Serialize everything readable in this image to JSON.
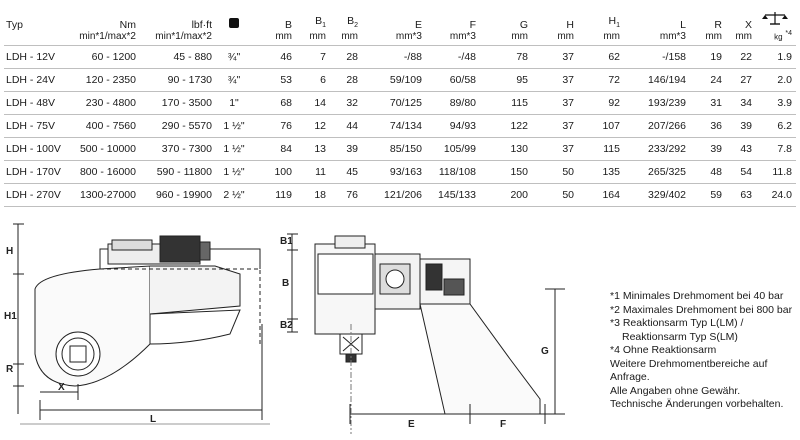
{
  "table": {
    "headers": {
      "typ": "Typ",
      "nm": "Nm",
      "nm_unit": "min*1/max*2",
      "lbf": "lbf·ft",
      "lbf_unit": "min*1/max*2",
      "b": "B",
      "b_unit": "mm",
      "b1": "B",
      "b1_sub": "1",
      "b1_unit": "mm",
      "b2": "B",
      "b2_sub": "2",
      "b2_unit": "mm",
      "e": "E",
      "e_unit": "mm*3",
      "f": "F",
      "f_unit": "mm*3",
      "g": "G",
      "g_unit": "mm",
      "h": "H",
      "h_unit": "mm",
      "h1": "H",
      "h1_sub": "1",
      "h1_unit": "mm",
      "l": "L",
      "l_unit": "mm*3",
      "r": "R",
      "r_unit": "mm",
      "x": "X",
      "x_unit": "mm",
      "weight_unit": "kg",
      "weight_mark": "*4",
      "drive_icon": "square-drive-icon",
      "weight_icon": "scale-icon"
    },
    "rows": [
      {
        "typ": "LDH - 12V",
        "nm": "60 - 1200",
        "lbf": "45 - 880",
        "drive": "¾\"",
        "b": "46",
        "b1": "7",
        "b2": "28",
        "e": "-/88",
        "f": "-/48",
        "g": "78",
        "h": "37",
        "h1": "62",
        "l": "-/158",
        "r": "19",
        "x": "22",
        "kg": "1.9"
      },
      {
        "typ": "LDH - 24V",
        "nm": "120 - 2350",
        "lbf": "90 - 1730",
        "drive": "¾\"",
        "b": "53",
        "b1": "6",
        "b2": "28",
        "e": "59/109",
        "f": "60/58",
        "g": "95",
        "h": "37",
        "h1": "72",
        "l": "146/194",
        "r": "24",
        "x": "27",
        "kg": "2.0"
      },
      {
        "typ": "LDH - 48V",
        "nm": "230 - 4800",
        "lbf": "170 - 3500",
        "drive": "1\"",
        "b": "68",
        "b1": "14",
        "b2": "32",
        "e": "70/125",
        "f": "89/80",
        "g": "115",
        "h": "37",
        "h1": "92",
        "l": "193/239",
        "r": "31",
        "x": "34",
        "kg": "3.9"
      },
      {
        "typ": "LDH - 75V",
        "nm": "400 - 7560",
        "lbf": "290 - 5570",
        "drive": "1 ½\"",
        "b": "76",
        "b1": "12",
        "b2": "44",
        "e": "74/134",
        "f": "94/93",
        "g": "122",
        "h": "37",
        "h1": "107",
        "l": "207/266",
        "r": "36",
        "x": "39",
        "kg": "6.2"
      },
      {
        "typ": "LDH - 100V",
        "nm": "500 - 10000",
        "lbf": "370 - 7300",
        "drive": "1 ½\"",
        "b": "84",
        "b1": "13",
        "b2": "39",
        "e": "85/150",
        "f": "105/99",
        "g": "130",
        "h": "37",
        "h1": "115",
        "l": "233/292",
        "r": "39",
        "x": "43",
        "kg": "7.8"
      },
      {
        "typ": "LDH - 170V",
        "nm": "800 - 16000",
        "lbf": "590 - 11800",
        "drive": "1 ½\"",
        "b": "100",
        "b1": "11",
        "b2": "45",
        "e": "93/163",
        "f": "118/108",
        "g": "150",
        "h": "50",
        "h1": "135",
        "l": "265/325",
        "r": "48",
        "x": "54",
        "kg": "11.8"
      },
      {
        "typ": "LDH - 270V",
        "nm": "1300-27000",
        "lbf": "960 - 19900",
        "drive": "2 ½\"",
        "b": "119",
        "b1": "18",
        "b2": "76",
        "e": "121/206",
        "f": "145/133",
        "g": "200",
        "h": "50",
        "h1": "164",
        "l": "329/402",
        "r": "59",
        "x": "63",
        "kg": "24.0"
      }
    ]
  },
  "drawing": {
    "side_labels": {
      "h": "H",
      "h1": "H1",
      "r": "R",
      "x": "X",
      "l": "L"
    },
    "front_labels": {
      "b": "B",
      "b1": "B1",
      "b2": "B2",
      "e": "E",
      "f": "F",
      "g": "G"
    }
  },
  "notes": {
    "fn1": "*1 Minimales Drehmoment bei 40 bar",
    "fn2": "*2 Maximales Drehmoment bei 800 bar",
    "fn3a": "*3 Reaktionsarm Typ L(LM) /",
    "fn3b": "Reaktionsarm Typ S(LM)",
    "fn4": "*4 Ohne Reaktionsarm",
    "line1": "Weitere Drehmomentbereiche auf Anfrage.",
    "line2": "Alle Angaben ohne Gewähr.",
    "line3": "Technische Änderungen vorbehalten."
  }
}
